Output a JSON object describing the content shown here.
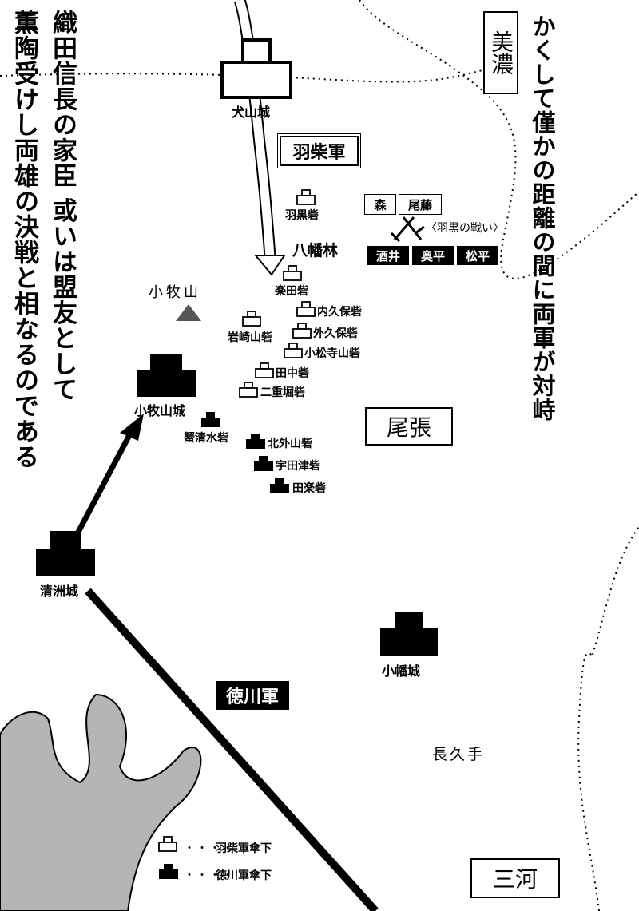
{
  "narration": {
    "col1": "薫陶受けし両雄の決戦と相なるのである",
    "col2": "織田信長の家臣 或いは盟友として",
    "col3": "",
    "right": "かくして僅かの距離の間に両軍が対峙"
  },
  "regions": {
    "mino": "美濃",
    "owari": "尾張",
    "mikawa": "三河"
  },
  "armies": {
    "hashiba": "羽柴軍",
    "tokugawa": "徳川軍"
  },
  "battle": {
    "name": "〈羽黒の戦い〉",
    "hachimanbayashi": "八幡林",
    "commanders_top": [
      "森",
      "尾藤"
    ],
    "commanders_bottom": [
      "酒井",
      "奥平",
      "松平"
    ]
  },
  "castles": {
    "inuyama": "犬山城",
    "komakiyama": "小牧山城",
    "kiyosu": "清洲城",
    "obata": "小幡城"
  },
  "places": {
    "komakiyama_mountain": "小牧山",
    "nagakute": "長久手"
  },
  "forts_hashiba": [
    "羽黒砦",
    "楽田砦",
    "内久保砦",
    "岩崎山砦",
    "外久保砦",
    "小松寺山砦",
    "田中砦",
    "二重堀砦"
  ],
  "forts_tokugawa": [
    "蟹清水砦",
    "北外山砦",
    "宇田津砦",
    "田楽砦"
  ],
  "legend": {
    "dots": "・・・・",
    "hashiba": "羽柴軍傘下",
    "tokugawa": "徳川軍傘下"
  }
}
